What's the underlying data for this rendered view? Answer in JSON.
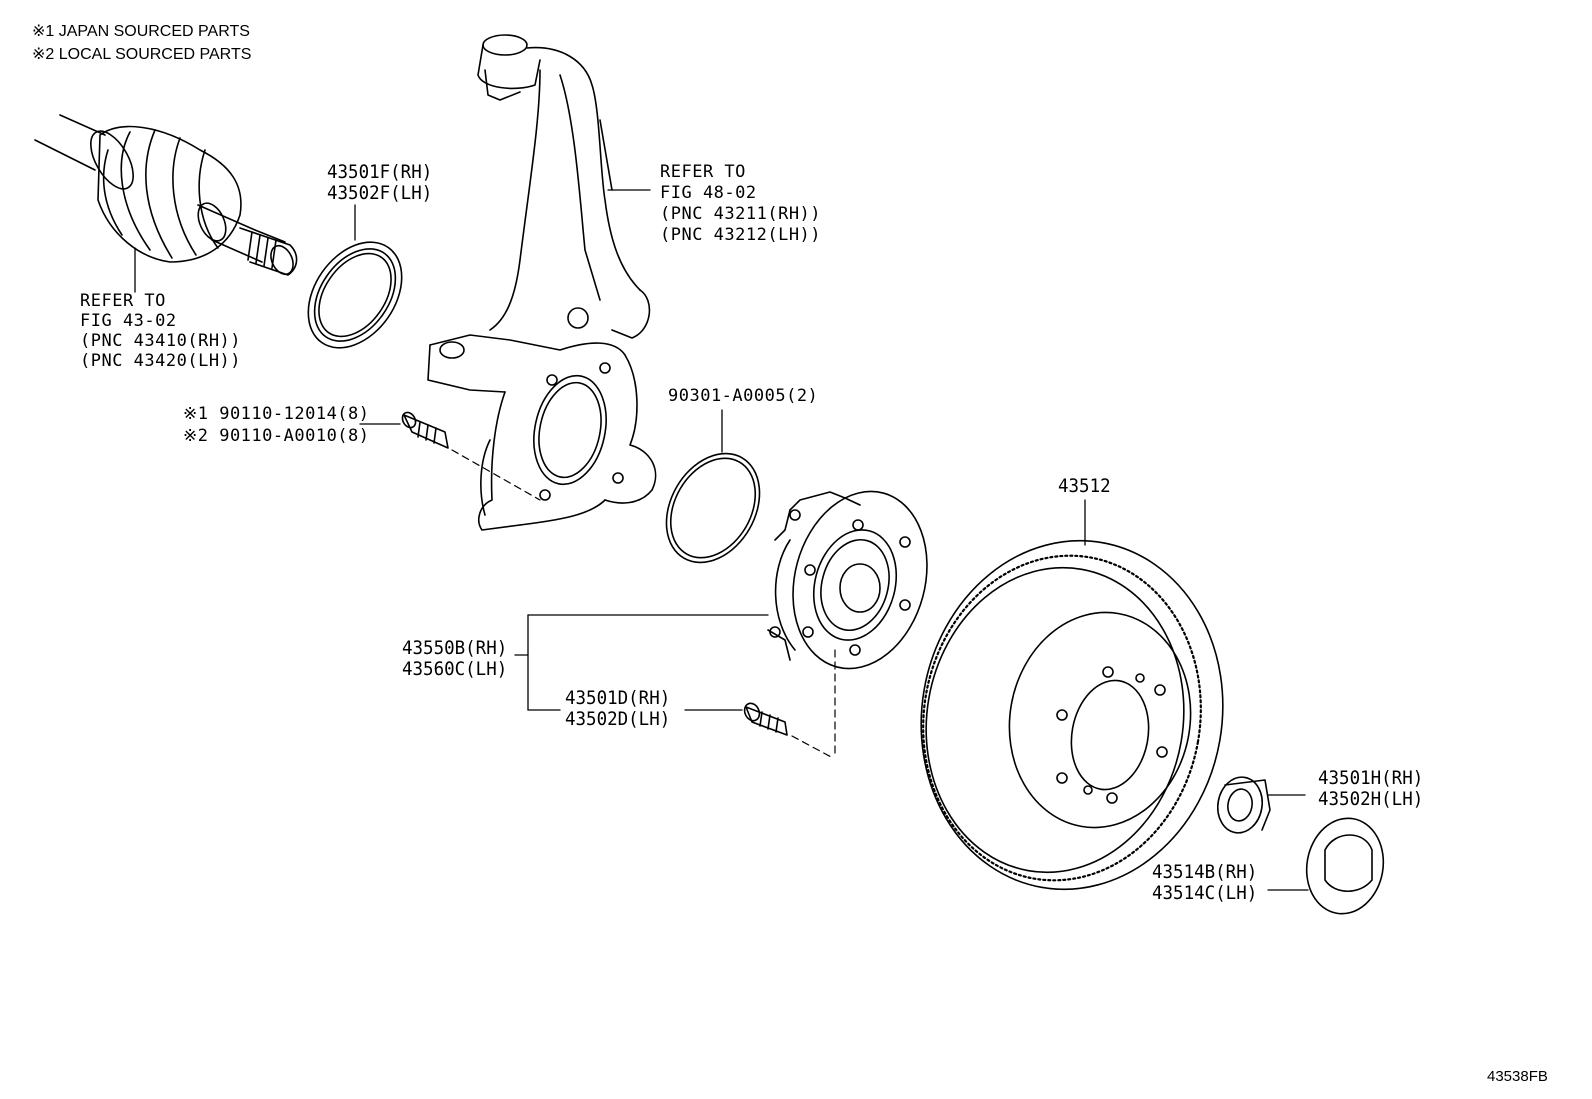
{
  "notes": {
    "japan": "※1 JAPAN SOURCED PARTS",
    "local": "※2 LOCAL SOURCED PARTS"
  },
  "callouts": {
    "driveshaft": [
      "REFER TO",
      "FIG 43-02",
      "(PNC 43410(RH))",
      "(PNC 43420(LH))"
    ],
    "knuckle": [
      "REFER TO",
      "FIG 48-02",
      "(PNC 43211(RH))",
      "(PNC 43212(LH))"
    ],
    "seal": [
      "43501F(RH)",
      "43502F(LH)"
    ],
    "bolt": [
      "※1 90110-12014(8)",
      "※2 90110-A0010(8)"
    ],
    "oring": "90301-A0005(2)",
    "rotor": "43512",
    "hub": [
      "43550B(RH)",
      "43560C(LH)"
    ],
    "hub_bolt": [
      "43501D(RH)",
      "43502D(LH)"
    ],
    "nut": [
      "43501H(RH)",
      "43502H(LH)"
    ],
    "cap": [
      "43514B(RH)",
      "43514C(LH)"
    ]
  },
  "figure_code": "43538FB"
}
